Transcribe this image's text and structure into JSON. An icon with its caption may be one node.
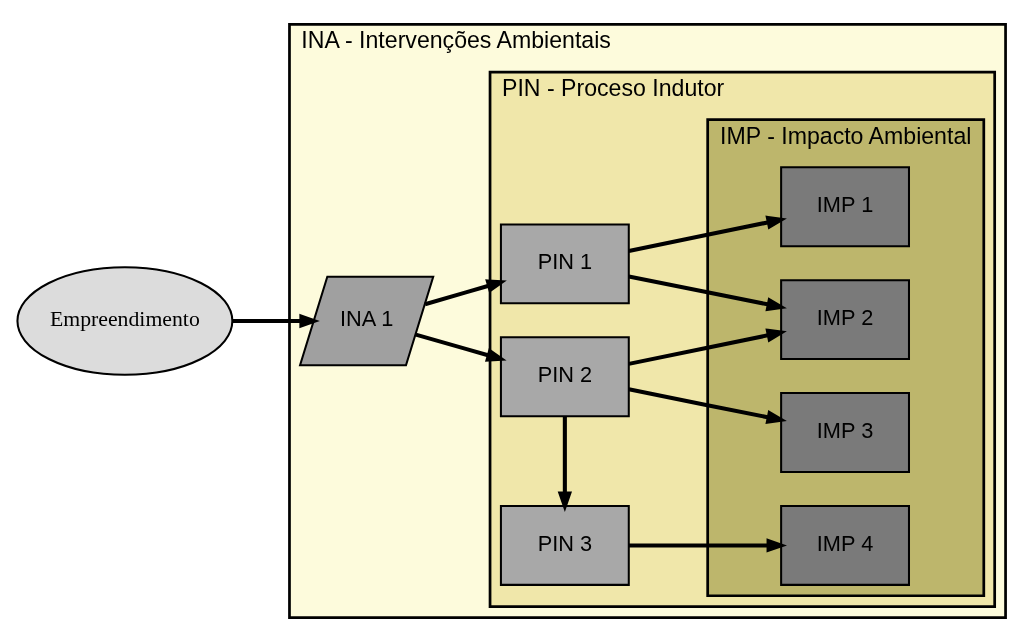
{
  "diagram": {
    "nodes": [
      {
        "text": [
          "Empreendimento"
        ]
      },
      {
        "text": [
          "INA - Intervenções Ambientais"
        ]
      },
      {
        "text": [
          "INA 1"
        ],
        "in": 1
      },
      {
        "text": [
          "PIN - Proceso Indutor"
        ],
        "in": 1
      },
      {
        "text": [
          "PIN 1"
        ],
        "in": 3
      },
      {
        "text": [
          "PIN 2"
        ],
        "in": 3
      },
      {
        "text": [
          "PIN 3"
        ],
        "in": 3
      },
      {
        "text": [
          "IMP - Impacto Ambiental"
        ],
        "in": 3
      },
      {
        "text": [
          "IMP 1"
        ],
        "in": 7
      },
      {
        "text": [
          "IMP 2"
        ],
        "in": 7
      },
      {
        "text": [
          "IMP 3"
        ],
        "in": 7
      },
      {
        "text": [
          "IMP 4"
        ],
        "in": 7
      }
    ],
    "edges": [
      {
        "from": 0,
        "to": 2,
        "arrow": "to"
      },
      {
        "from": 2,
        "to": 4,
        "arrow": "to"
      },
      {
        "from": 2,
        "to": 5,
        "arrow": "to"
      },
      {
        "from": 5,
        "to": 6,
        "arrow": "to"
      },
      {
        "from": 4,
        "to": 8,
        "arrow": "to"
      },
      {
        "from": 4,
        "to": 9,
        "arrow": "to"
      },
      {
        "from": 5,
        "to": 9,
        "arrow": "to"
      },
      {
        "from": 5,
        "to": 10,
        "arrow": "to"
      },
      {
        "from": 6,
        "to": 11,
        "arrow": "to"
      }
    ]
  }
}
